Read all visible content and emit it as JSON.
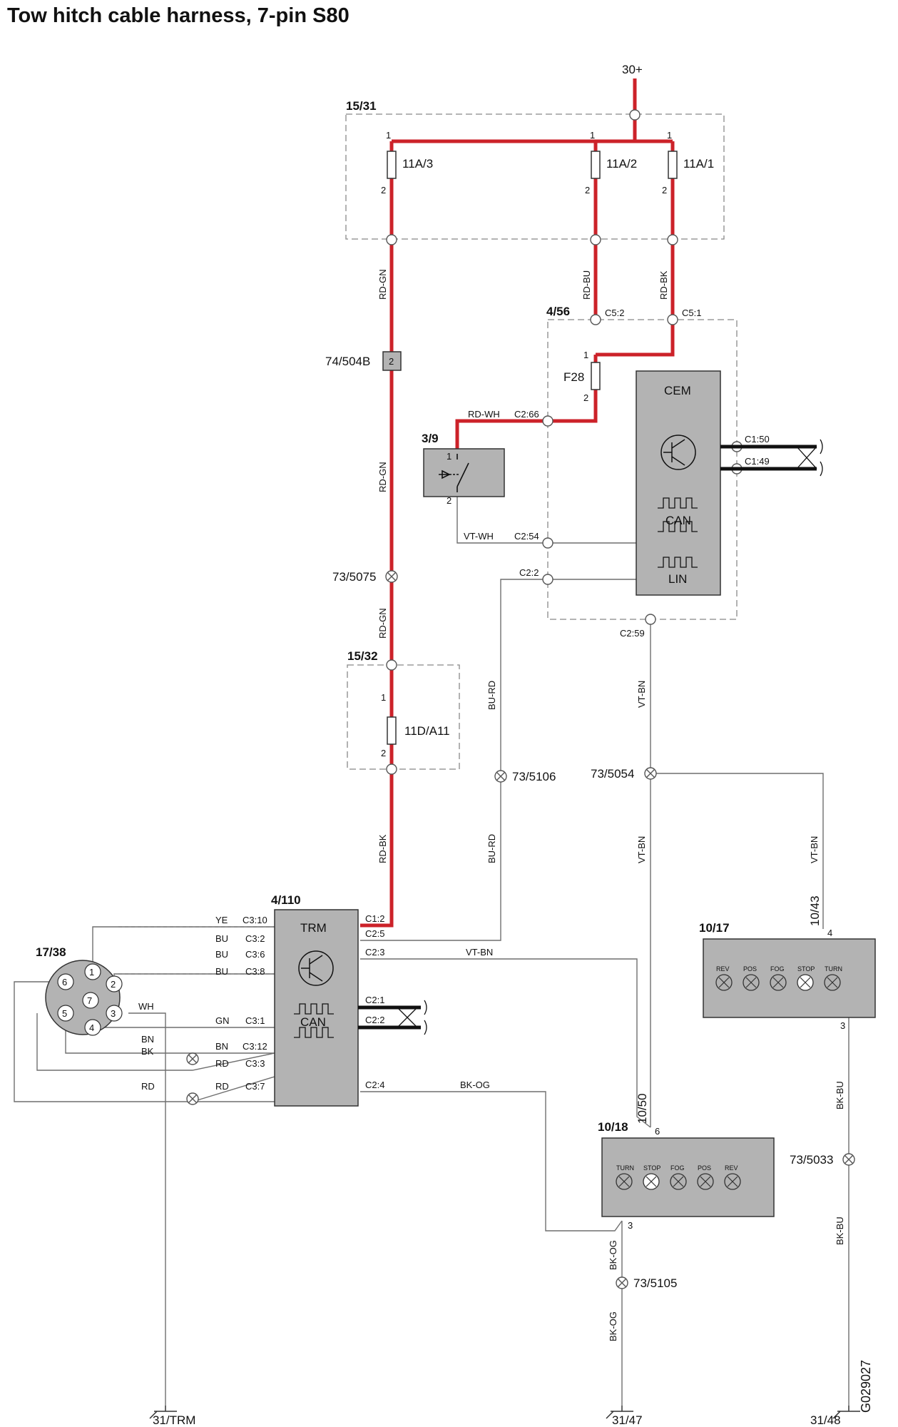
{
  "title": "Tow hitch cable harness, 7-pin S80",
  "image_code": "G029027",
  "colors": {
    "power_wire": "#cc2229",
    "wire": "#6f6f6f",
    "module_fill": "#b3b3b3",
    "dash": "#888888"
  },
  "boxes": {
    "fuse_box_upper": "15/31",
    "cem_block": "4/56",
    "fuse_box_lower": "15/32",
    "switch": "3/9",
    "trm_block": "4/110",
    "trailer_socket": "17/38",
    "lamp_left": "10/18",
    "lamp_right": "10/17"
  },
  "supply": "30+",
  "fuses": {
    "f1": "11A/3",
    "f2": "11A/2",
    "f3": "11A/1",
    "f28": "F28",
    "f_lower": "11D/A11"
  },
  "connector_74": "74/504B",
  "connector_74_pin": "2",
  "pins": {
    "one": "1",
    "two": "2",
    "three": "3",
    "four": "4",
    "six": "6"
  },
  "wires": {
    "rd_gn": "RD-GN",
    "rd_bu": "RD-BU",
    "rd_bk": "RD-BK",
    "rd_wh": "RD-WH",
    "vt_wh": "VT-WH",
    "vt_bn": "VT-BN",
    "bu_rd": "BU-RD",
    "bk_og": "BK-OG",
    "bk_bu": "BK-BU",
    "ye": "YE",
    "bu": "BU",
    "gn": "GN",
    "bn": "BN",
    "bk": "BK",
    "rd": "RD",
    "wh": "WH"
  },
  "cem": {
    "title": "CEM",
    "can": "CAN",
    "lin": "LIN",
    "c5_2": "C5:2",
    "c5_1": "C5:1",
    "c2_66": "C2:66",
    "c2_54": "C2:54",
    "c2_2": "C2:2",
    "c2_59": "C2:59",
    "c1_50": "C1:50",
    "c1_49": "C1:49"
  },
  "trm": {
    "title": "TRM",
    "can": "CAN",
    "c1_2": "C1:2",
    "c2_5": "C2:5",
    "c2_3": "C2:3",
    "c2_1": "C2:1",
    "c2_2": "C2:2",
    "c2_4": "C2:4",
    "c3_10": "C3:10",
    "c3_2": "C3:2",
    "c3_6": "C3:6",
    "c3_8": "C3:8",
    "c3_1": "C3:1",
    "c3_12": "C3:12",
    "c3_3": "C3:3",
    "c3_7": "C3:7"
  },
  "splices": {
    "s5075": "73/5075",
    "s5106": "73/5106",
    "s5054": "73/5054",
    "s5033": "73/5033",
    "s5105": "73/5105"
  },
  "lamp_refs": {
    "left": "10/50",
    "right": "10/43"
  },
  "lamps_left": [
    "TURN",
    "STOP",
    "FOG",
    "POS",
    "REV"
  ],
  "lamps_right": [
    "REV",
    "POS",
    "FOG",
    "STOP",
    "TURN"
  ],
  "socket_pins": [
    "1",
    "2",
    "3",
    "4",
    "5",
    "6",
    "7"
  ],
  "grounds": {
    "trm": "31/TRM",
    "g47": "31/47",
    "g48": "31/48"
  }
}
